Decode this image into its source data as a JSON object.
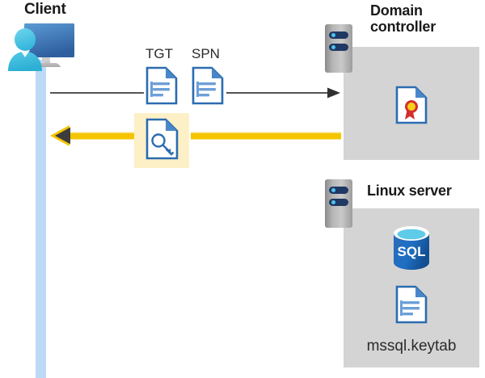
{
  "diagram": {
    "title": "Kerberos authentication flow between client, domain controller and Linux server",
    "background_color": "#ffffff",
    "zone_fill_color": "#d4d4d4",
    "lifeline_color": "#bcdaf8",
    "highlight_color": "#fdf0c7",
    "accent_yellow": "#f5c400",
    "accent_blue": "#3f7fcf",
    "arrow_gray": "#545454"
  },
  "client": {
    "title": "Client",
    "icon": "user-with-monitor-icon",
    "lifeline": "client-lifeline"
  },
  "domain_controller": {
    "title": "Domain controller",
    "title_line1": "Domain",
    "title_line2": "controller",
    "server_icon": "server-rack-icon",
    "contents": [
      {
        "icon": "certificate-document-icon",
        "label": ""
      }
    ]
  },
  "linux_server": {
    "title": "Linux server",
    "server_icon": "server-rack-icon",
    "contents": [
      {
        "icon": "sql-database-icon",
        "label": "SQL"
      },
      {
        "icon": "document-icon",
        "label": "mssql.keytab"
      }
    ],
    "keytab_label": "mssql.keytab",
    "sql_label": "SQL"
  },
  "flows": [
    {
      "id": "request-flow",
      "direction": "client-to-domain-controller",
      "style": "thin-gray-arrow",
      "color": "#545454",
      "artifacts": [
        {
          "label": "TGT",
          "icon": "document-icon"
        },
        {
          "label": "SPN",
          "icon": "document-icon"
        }
      ]
    },
    {
      "id": "response-flow",
      "direction": "domain-controller-to-client",
      "style": "thick-yellow-arrow",
      "color": "#f5c400",
      "highlighted": true,
      "artifacts": [
        {
          "label": "",
          "icon": "key-document-icon"
        }
      ]
    }
  ],
  "labels": {
    "tgt": "TGT",
    "spn": "SPN"
  }
}
